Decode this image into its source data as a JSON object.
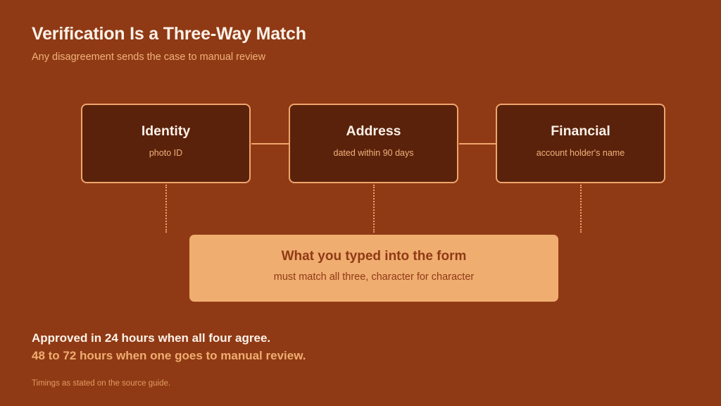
{
  "header": {
    "title": "Verification Is a Three-Way Match",
    "subtitle": "Any disagreement sends the case to manual review"
  },
  "documents": [
    {
      "title": "Identity",
      "detail": "photo ID"
    },
    {
      "title": "Address",
      "detail": "dated within 90 days"
    },
    {
      "title": "Financial",
      "detail": "account holder's name"
    }
  ],
  "form": {
    "title": "What you typed into the form",
    "detail": "must match all three, character for character"
  },
  "notes": {
    "approved": "Approved in 24 hours when all four agree.",
    "manual": "48 to 72 hours when one goes to manual review."
  },
  "footnote": "Timings as stated on the source guide.",
  "colors": {
    "background": "#8f3a15",
    "box_fill": "#5a220b",
    "accent": "#efa56b",
    "form_fill": "#f0ad70"
  }
}
